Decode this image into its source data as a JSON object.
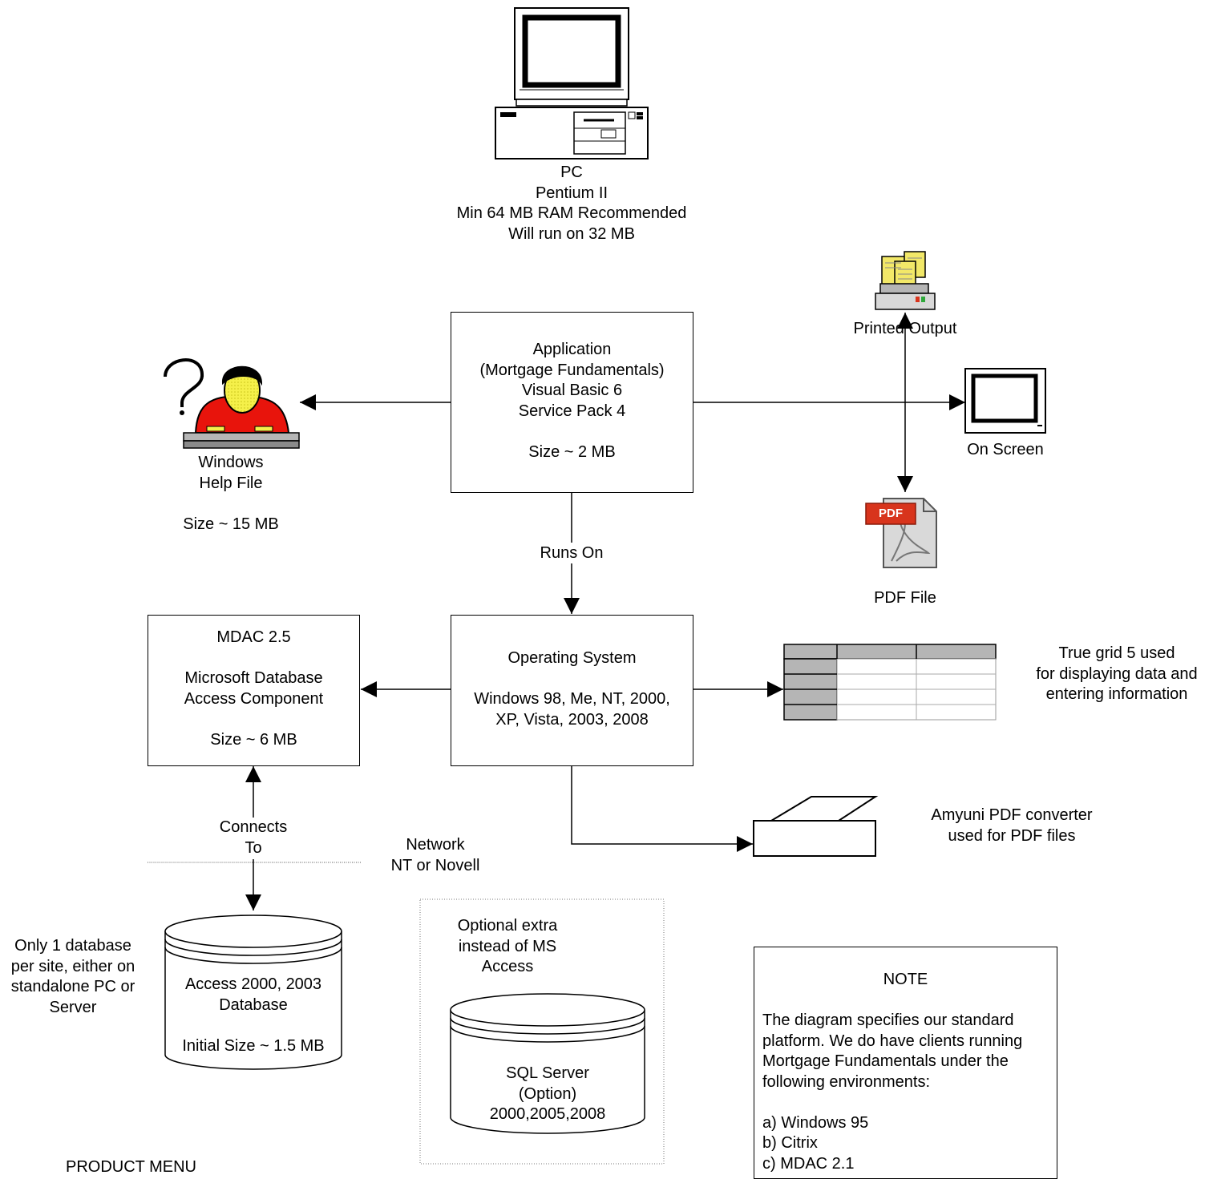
{
  "pc": {
    "lines": [
      "PC",
      "Pentium II",
      "Min 64 MB RAM Recommended",
      "Will run on 32 MB"
    ]
  },
  "application": {
    "lines": [
      "Application",
      "(Mortgage Fundamentals)",
      "Visual Basic 6",
      "Service Pack 4",
      "",
      "Size ~ 2 MB"
    ]
  },
  "help_file": {
    "lines": [
      "Windows",
      "Help File",
      "",
      "Size ~ 15 MB"
    ]
  },
  "printed_output": {
    "label": "Printed Output"
  },
  "on_screen": {
    "label": "On Screen"
  },
  "pdf_file": {
    "label": "PDF File",
    "icon_text": "PDF"
  },
  "runs_on": {
    "label": "Runs On"
  },
  "operating_system": {
    "lines": [
      "Operating System",
      "",
      "Windows 98, Me, NT, 2000,",
      "XP, Vista, 2003, 2008"
    ]
  },
  "mdac": {
    "lines": [
      "MDAC 2.5",
      "",
      "Microsoft Database",
      "Access Component",
      "",
      "Size ~ 6 MB"
    ]
  },
  "true_grid": {
    "lines": [
      "True grid 5 used",
      "for displaying data and",
      "entering information"
    ]
  },
  "amyuni": {
    "lines": [
      "Amyuni PDF converter",
      "used for PDF files"
    ]
  },
  "connects_to": {
    "lines": [
      "Connects",
      "To"
    ]
  },
  "network": {
    "lines": [
      "Network",
      "NT or Novell"
    ]
  },
  "database_note": {
    "lines": [
      "Only 1 database",
      "per site, either on",
      "standalone PC or",
      "Server"
    ]
  },
  "access_db": {
    "lines": [
      "Access 2000, 2003",
      "Database",
      "",
      "Initial Size ~ 1.5 MB"
    ]
  },
  "optional_extra": {
    "lines": [
      "Optional extra",
      "instead of MS",
      "Access"
    ]
  },
  "sql_server": {
    "lines": [
      "SQL Server",
      "(Option)",
      "2000,2005,2008"
    ]
  },
  "note": {
    "title": "NOTE",
    "lines": [
      "The diagram specifies our standard",
      "platform. We do have clients running",
      "Mortgage Fundamentals under the",
      "following environments:",
      "",
      "a) Windows 95",
      "b) Citrix",
      "c) MDAC 2.1"
    ]
  },
  "product_menu": {
    "label": "PRODUCT MENU"
  },
  "colors": {
    "person_shirt": "#e8140c",
    "person_face": "#f5f04a",
    "pdf_red": "#d8341c",
    "printer_paper": "#f2e868"
  }
}
